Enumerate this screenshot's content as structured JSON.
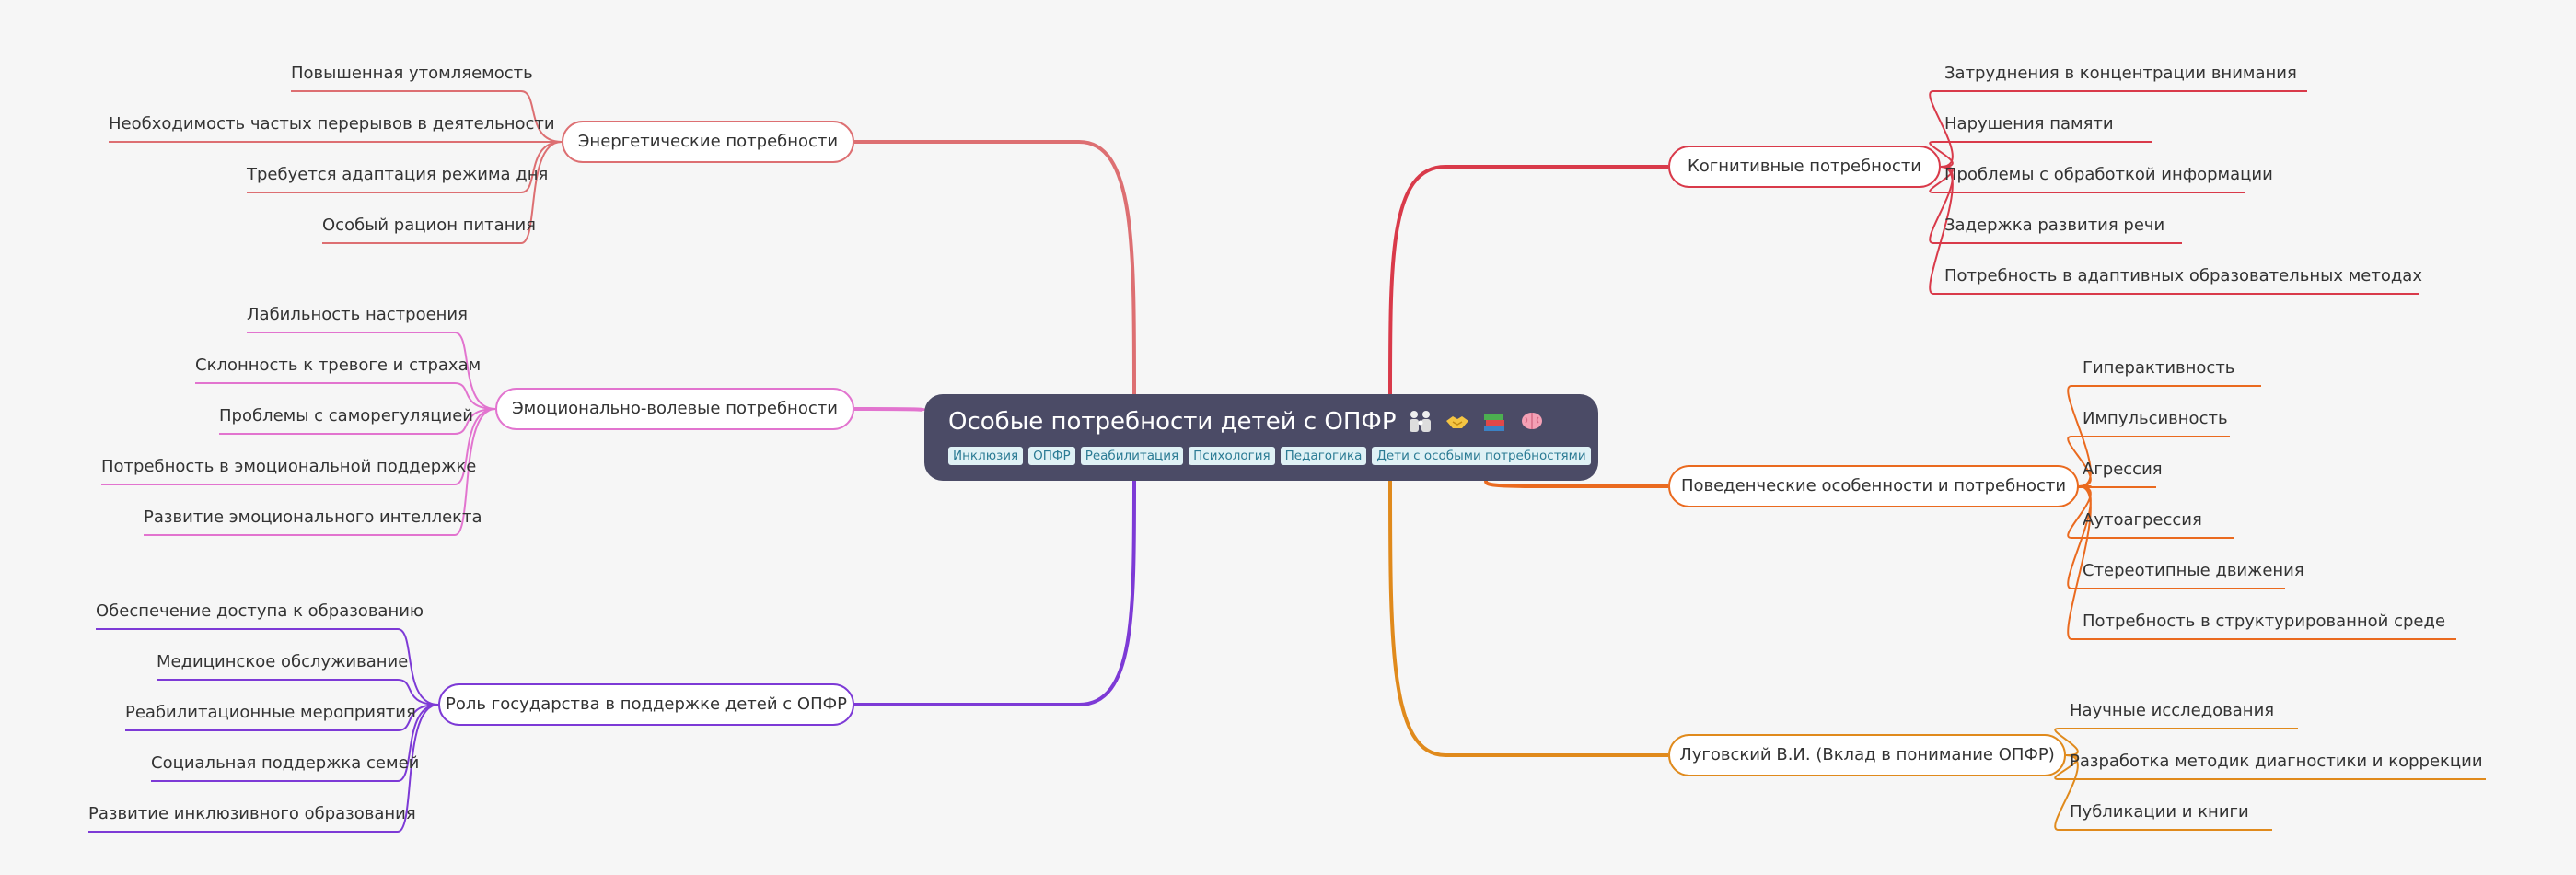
{
  "root": {
    "title": "Особые потребности детей с ОПФР",
    "emojis": [
      "family-icon",
      "handshake-icon",
      "books-icon",
      "brain-icon"
    ],
    "tags": [
      "Инклюзия",
      "ОПФР",
      "Реабилитация",
      "Психология",
      "Педагогика",
      "Дети с особыми потребностями"
    ]
  },
  "branches": {
    "energy": {
      "label": "Энергетические потребности",
      "color": "#dd6f72",
      "leaves": [
        "Повышенная утомляемость",
        "Необходимость частых перерывов в деятельности",
        "Требуется адаптация режима дня",
        "Особый рацион питания"
      ]
    },
    "emotional": {
      "label": "Эмоционально-волевые потребности",
      "color": "#e274cf",
      "leaves": [
        "Лабильность настроения",
        "Склонность к тревоге и страхам",
        "Проблемы с саморегуляцией",
        "Потребность в эмоциональной поддержке",
        "Развитие эмоционального интеллекта"
      ]
    },
    "state": {
      "label": "Роль государства в поддержке детей с ОПФР",
      "color": "#7d3ad6",
      "leaves": [
        "Обеспечение доступа к образованию",
        "Медицинское обслуживание",
        "Реабилитационные мероприятия",
        "Социальная поддержка семей",
        "Развитие инклюзивного образования"
      ]
    },
    "cognitive": {
      "label": "Когнитивные потребности",
      "color": "#d93a4a",
      "leaves": [
        "Затруднения в концентрации внимания",
        "Нарушения памяти",
        "Проблемы с обработкой информации",
        "Задержка развития речи",
        "Потребность в адаптивных образовательных методах"
      ]
    },
    "behavior": {
      "label": "Поведенческие особенности и потребности",
      "color": "#ea6a1f",
      "leaves": [
        "Гиперактивность",
        "Импульсивность",
        "Агрессия",
        "Аутоагрессия",
        "Стереотипные движения",
        "Потребность в структурированной среде"
      ]
    },
    "lugovsky": {
      "label": "Луговский В.И. (Вклад в понимание ОПФР)",
      "color": "#e08a1c",
      "leaves": [
        "Научные исследования",
        "Разработка методик диагностики и коррекции",
        "Публикации и книги"
      ]
    }
  }
}
